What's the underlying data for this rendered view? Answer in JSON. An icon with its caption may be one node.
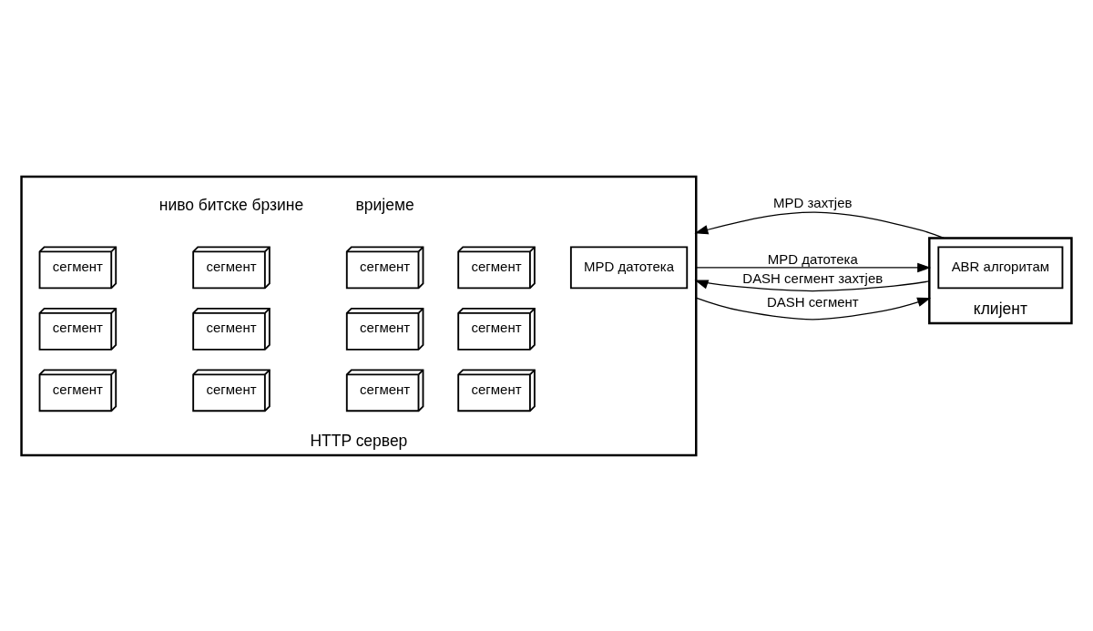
{
  "diagram": {
    "nodes": [
      {
        "text": [
          "HTTP сервер"
        ]
      },
      {
        "text": [
          "сегмент"
        ],
        "in": 0
      },
      {
        "text": [
          "сегмент"
        ],
        "in": 0
      },
      {
        "text": [
          "сегмент"
        ],
        "in": 0
      },
      {
        "text": [
          "сегмент"
        ],
        "in": 0
      },
      {
        "text": [
          "сегмент"
        ],
        "in": 0
      },
      {
        "text": [
          "сегмент"
        ],
        "in": 0
      },
      {
        "text": [
          "сегмент"
        ],
        "in": 0
      },
      {
        "text": [
          "сегмент"
        ],
        "in": 0
      },
      {
        "text": [
          "сегмент"
        ],
        "in": 0
      },
      {
        "text": [
          "сегмент"
        ],
        "in": 0
      },
      {
        "text": [
          "сегмент"
        ],
        "in": 0
      },
      {
        "text": [
          "сегмент"
        ],
        "in": 0
      },
      {
        "text": [
          "MPD датотека"
        ],
        "in": 0
      },
      {
        "text": [
          "клијент"
        ]
      },
      {
        "text": [
          "ABR алгоритам"
        ],
        "in": 14
      }
    ],
    "edges": [
      {
        "from": 14,
        "to": 0,
        "arrow": "to",
        "label": "MPD захтјев"
      },
      {
        "from": 0,
        "to": 14,
        "arrow": "to",
        "label": "MPD датотека"
      },
      {
        "from": 14,
        "to": 0,
        "arrow": "to",
        "label": "DASH сегмент захтјев"
      },
      {
        "from": 0,
        "to": 14,
        "arrow": "to",
        "label": "DASH сегмент"
      }
    ],
    "labels": [
      "ниво битске брзине",
      "вријеме"
    ]
  }
}
